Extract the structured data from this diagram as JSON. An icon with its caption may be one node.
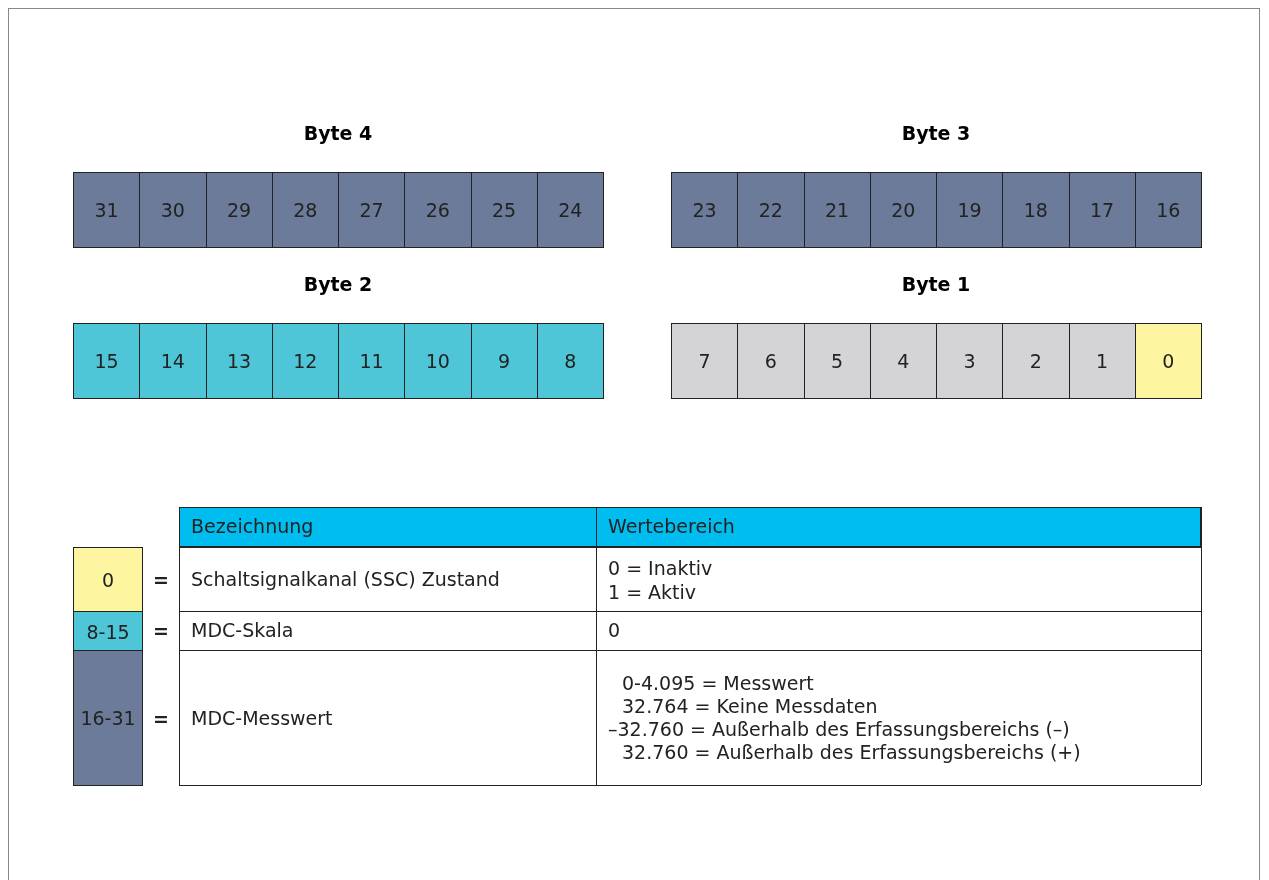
{
  "diagram": {
    "nodes": [
      {
        "text": [
          "Byte 4"
        ]
      },
      {
        "text": [
          "31"
        ],
        "in": 0
      },
      {
        "text": [
          "30"
        ],
        "in": 0
      },
      {
        "text": [
          "29"
        ],
        "in": 0
      },
      {
        "text": [
          "28"
        ],
        "in": 0
      },
      {
        "text": [
          "27"
        ],
        "in": 0
      },
      {
        "text": [
          "26"
        ],
        "in": 0
      },
      {
        "text": [
          "25"
        ],
        "in": 0
      },
      {
        "text": [
          "24"
        ],
        "in": 0
      },
      {
        "text": [
          "Byte 3"
        ]
      },
      {
        "text": [
          "23"
        ],
        "in": 9
      },
      {
        "text": [
          "22"
        ],
        "in": 9
      },
      {
        "text": [
          "21"
        ],
        "in": 9
      },
      {
        "text": [
          "20"
        ],
        "in": 9
      },
      {
        "text": [
          "19"
        ],
        "in": 9
      },
      {
        "text": [
          "18"
        ],
        "in": 9
      },
      {
        "text": [
          "17"
        ],
        "in": 9
      },
      {
        "text": [
          "16"
        ],
        "in": 9
      },
      {
        "text": [
          "Byte 2"
        ]
      },
      {
        "text": [
          "15"
        ],
        "in": 18
      },
      {
        "text": [
          "14"
        ],
        "in": 18
      },
      {
        "text": [
          "13"
        ],
        "in": 18
      },
      {
        "text": [
          "12"
        ],
        "in": 18
      },
      {
        "text": [
          "11"
        ],
        "in": 18
      },
      {
        "text": [
          "10"
        ],
        "in": 18
      },
      {
        "text": [
          "9"
        ],
        "in": 18
      },
      {
        "text": [
          "8"
        ],
        "in": 18
      },
      {
        "text": [
          "Byte 1"
        ]
      },
      {
        "text": [
          "7"
        ],
        "in": 27
      },
      {
        "text": [
          "6"
        ],
        "in": 27
      },
      {
        "text": [
          "5"
        ],
        "in": 27
      },
      {
        "text": [
          "4"
        ],
        "in": 27
      },
      {
        "text": [
          "3"
        ],
        "in": 27
      },
      {
        "text": [
          "2"
        ],
        "in": 27
      },
      {
        "text": [
          "1"
        ],
        "in": 27
      },
      {
        "text": [
          "0"
        ],
        "in": 27
      },
      {
        "text": [
          "0"
        ]
      },
      {
        "text": [
          "8-15"
        ]
      },
      {
        "text": [
          "16-31"
        ]
      }
    ],
    "labels": [
      "Bezeichnung",
      "Wertebereich",
      "=",
      "Schaltsignalkanal (SSC) Zustand",
      "0 = Inaktiv",
      "1 = Aktiv",
      "=",
      "MDC-Skala",
      "0",
      "=",
      "MDC-Messwert",
      "0-4.095 = Messwert",
      "32.764 = Keine Messdaten",
      "–32.760 = Außerhalb des Erfassungsbereichs (–)",
      "32.760 = Außerhalb des Erfassungsbereichs (+)"
    ]
  }
}
